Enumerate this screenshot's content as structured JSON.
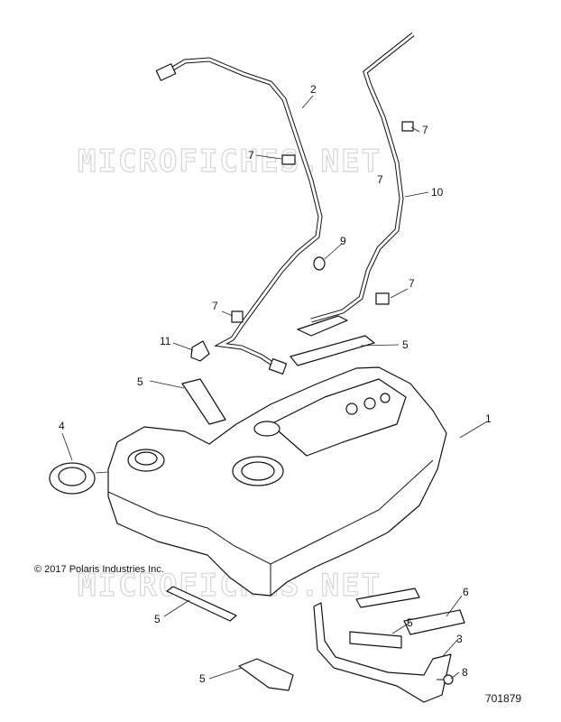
{
  "watermark": "MICROFICHES.NET",
  "copyright": "© 2017 Polaris Industries Inc.",
  "drawing_number": "701879",
  "callouts": {
    "c1": "1",
    "c2": "2",
    "c3": "3",
    "c4": "4",
    "c5a": "5",
    "c5b": "5",
    "c5c": "5",
    "c5d": "5",
    "c5e": "5",
    "c6": "6",
    "c7a": "7",
    "c7b": "7",
    "c7c": "7",
    "c7d": "7",
    "c7e": "7",
    "c8": "8",
    "c9": "9",
    "c10": "10",
    "c11": "11"
  }
}
